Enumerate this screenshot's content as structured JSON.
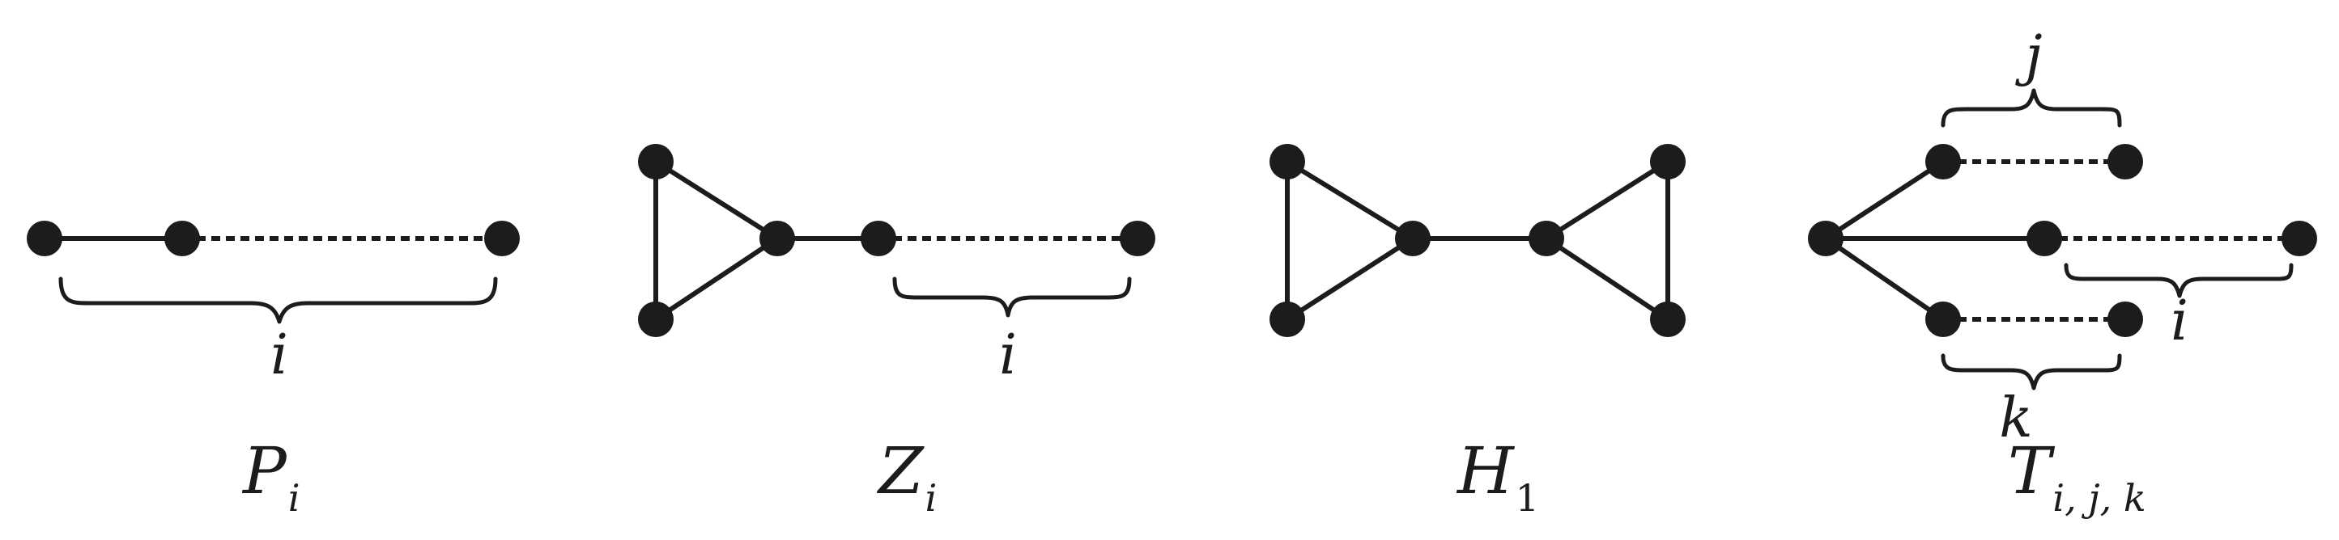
{
  "graphs": [
    {
      "id": "P",
      "name": "P",
      "subscript": "i",
      "brace_labels": [
        "i"
      ]
    },
    {
      "id": "Z",
      "name": "Z",
      "subscript": "i",
      "brace_labels": [
        "i"
      ]
    },
    {
      "id": "H",
      "name": "H",
      "subscript": "1",
      "brace_labels": []
    },
    {
      "id": "T",
      "name": "T",
      "subscript": "i, j, k",
      "brace_labels": [
        "j",
        "i",
        "k"
      ]
    }
  ],
  "colors": {
    "ink": "#1c1c1c",
    "background": "#ffffff"
  }
}
